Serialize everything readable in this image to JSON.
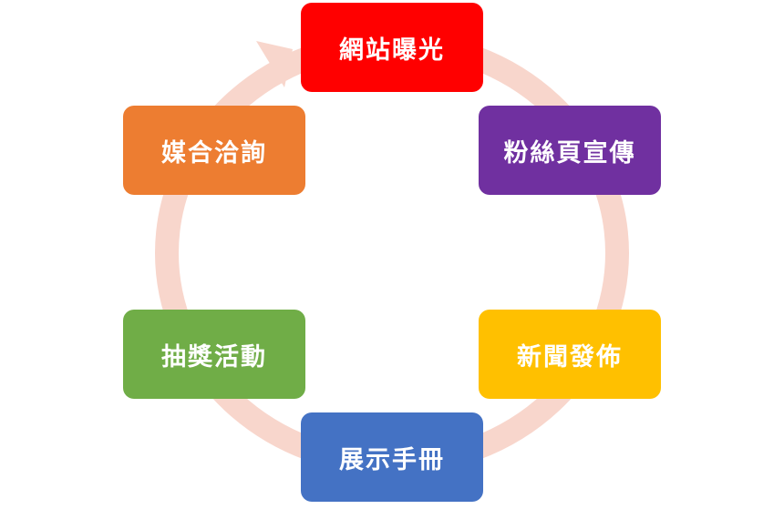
{
  "diagram": {
    "type": "cycle",
    "ring_color": "#f8d6cc",
    "nodes": [
      {
        "label": "網站曝光",
        "color": "#ff0000"
      },
      {
        "label": "粉絲頁宣傳",
        "color": "#7030a0"
      },
      {
        "label": "新聞發佈",
        "color": "#ffc000"
      },
      {
        "label": "展示手冊",
        "color": "#4472c4"
      },
      {
        "label": "抽獎活動",
        "color": "#70ad47"
      },
      {
        "label": "媒合洽詢",
        "color": "#ed7d31"
      }
    ]
  }
}
